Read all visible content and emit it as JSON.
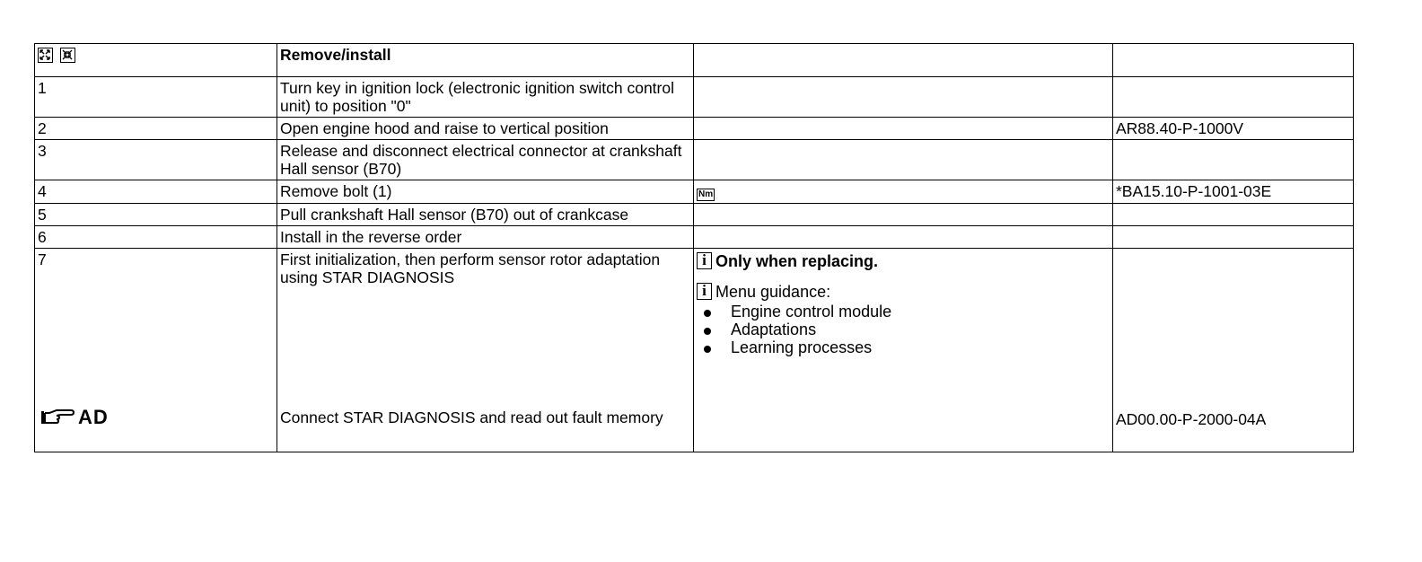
{
  "table": {
    "header": {
      "title": "Remove/install"
    },
    "rows": [
      {
        "num": "1",
        "text": "Turn key in ignition lock (electronic ignition switch control unit) to position \"0\"",
        "ref": ""
      },
      {
        "num": "2",
        "text": "Open engine hood and raise to vertical position",
        "ref": "AR88.40-P-1000V"
      },
      {
        "num": "3",
        "text": "Release and disconnect electrical connector at crankshaft Hall sensor (B70)",
        "ref": ""
      },
      {
        "num": "4",
        "text": "Remove bolt (1)",
        "icon_label": "Nm",
        "ref": "*BA15.10-P-1001-03E"
      },
      {
        "num": "5",
        "text": "Pull crankshaft Hall sensor (B70) out of crankcase",
        "ref": ""
      },
      {
        "num": "6",
        "text": "Install in the reverse order",
        "ref": ""
      }
    ],
    "step7": {
      "num": "7",
      "text": "First initialization, then perform sensor rotor adaptation using STAR DIAGNOSIS",
      "info_icon": "i",
      "note1": "Only when replacing.",
      "note2": "Menu guidance:",
      "bullets": [
        "Engine control module",
        "Adaptations",
        "Learning processes"
      ],
      "ad_label": "AD",
      "ad_text": "Connect STAR DIAGNOSIS and read out fault memory",
      "ad_ref": "AD00.00-P-2000-04A"
    }
  }
}
